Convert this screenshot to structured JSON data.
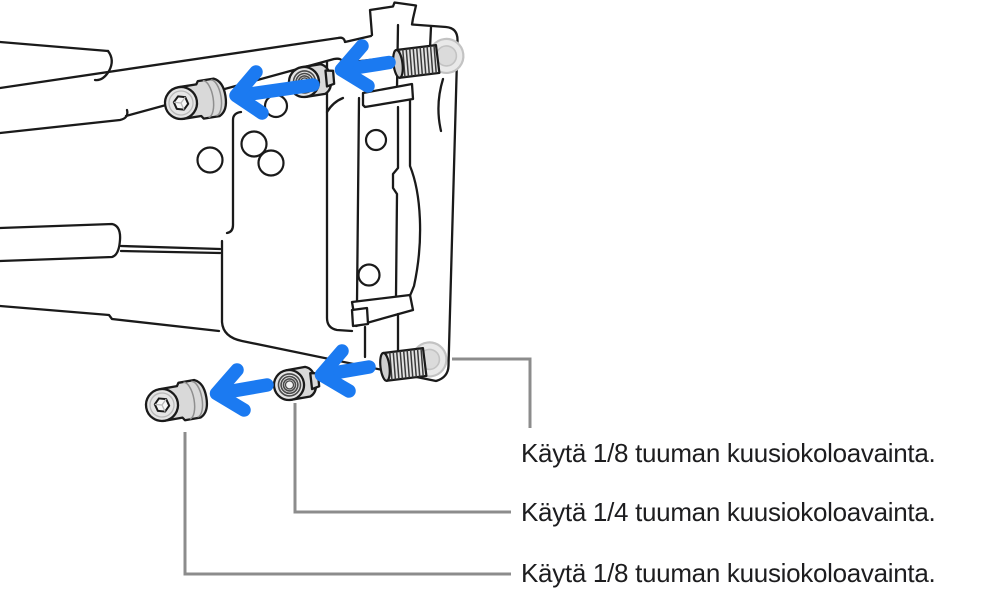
{
  "callouts": [
    {
      "label": "Käytä 1/8 tuuman kuusiokoloavainta."
    },
    {
      "label": "Käytä 1/4 tuuman kuusiokoloavainta."
    },
    {
      "label": "Käytä 1/8 tuuman kuusiokoloavainta."
    }
  ],
  "colors": {
    "background": "#FFFFFF",
    "line": "#1A1A1A",
    "metal_fill": "#D9D9D9",
    "metal_light": "#E5E5E5",
    "arrow_blue": "#1B7AF1",
    "callout_line": "#8C8C8C",
    "label_text": "#1D1D1F"
  }
}
